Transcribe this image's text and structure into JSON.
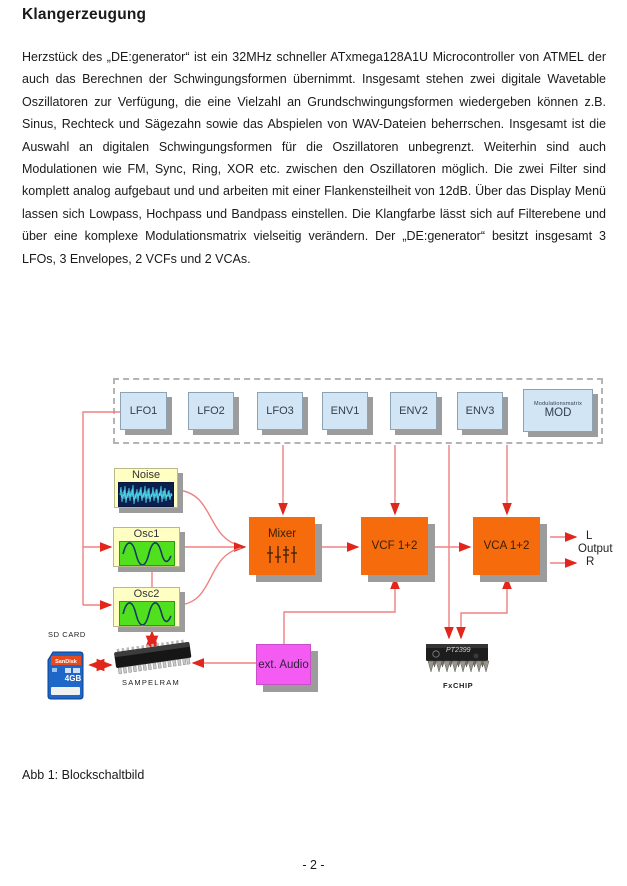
{
  "page": {
    "title": "Klangerzeugung",
    "paragraph": "Herzstück des „DE:generator“ ist ein 32MHz schneller ATxmega128A1U Microcontroller von ATMEL der auch das Berechnen der Schwingungsformen übernimmt. Insgesamt stehen zwei digitale Wavetable Oszillatoren zur Verfügung, die eine Vielzahl an Grundschwingungsformen wiedergeben können z.B. Sinus, Rechteck und Sägezahn sowie das Abspielen von WAV-Dateien beherrschen.  Insgesamt ist die Auswahl an digitalen Schwingungsformen für die Oszillatoren unbegrenzt. Weiterhin sind auch Modulationen wie FM, Sync, Ring, XOR etc. zwischen den Oszillatoren möglich. Die zwei Filter sind komplett analog aufgebaut und und arbeiten mit einer Flankensteilheit von 12dB. Über das Display Menü lassen sich Lowpass, Hochpass und Bandpass einstellen. Die Klangfarbe lässt sich auf Filterebene und über eine komplexe Modulationsmatrix vielseitig verändern. Der „DE:generator“ besitzt insgesamt 3 LFOs, 3 Envelopes, 2 VCFs und 2 VCAs.",
    "caption": "Abb 1: Blockschaltbild",
    "page_number": "- 2 -"
  },
  "diagram": {
    "modules": [
      {
        "label": "LFO1"
      },
      {
        "label": "LFO2"
      },
      {
        "label": "LFO3"
      },
      {
        "label": "ENV1"
      },
      {
        "label": "ENV2"
      },
      {
        "label": "ENV3"
      }
    ],
    "mod_matrix": {
      "sub": "Modulationsmatrix",
      "label": "MOD"
    },
    "sources": {
      "noise": "Noise",
      "osc1": "Osc1",
      "osc2": "Osc2"
    },
    "processors": {
      "mixer": "Mixer",
      "vcf": "VCF 1+2",
      "vca": "VCA 1+2"
    },
    "ext_audio": "ext. Audio",
    "sd_card": {
      "label": "SD CARD",
      "brand": "SanDisk",
      "capacity": "4GB"
    },
    "sample_ram": {
      "label": "SAMPELRAM"
    },
    "fx_chip": {
      "chip_text": "PT2399",
      "label": "FxCHIP"
    },
    "outputs": {
      "left": "L",
      "label": "Output",
      "right": "R"
    },
    "colors": {
      "module_blue": "#d2e5f4",
      "source_yellow": "#ffffc4",
      "osc_green": "#50e01e",
      "process_orange": "#f66b0b",
      "ext_audio_magenta": "#f35bf3",
      "wire": "#f08080",
      "arrow": "#e3261c"
    }
  }
}
